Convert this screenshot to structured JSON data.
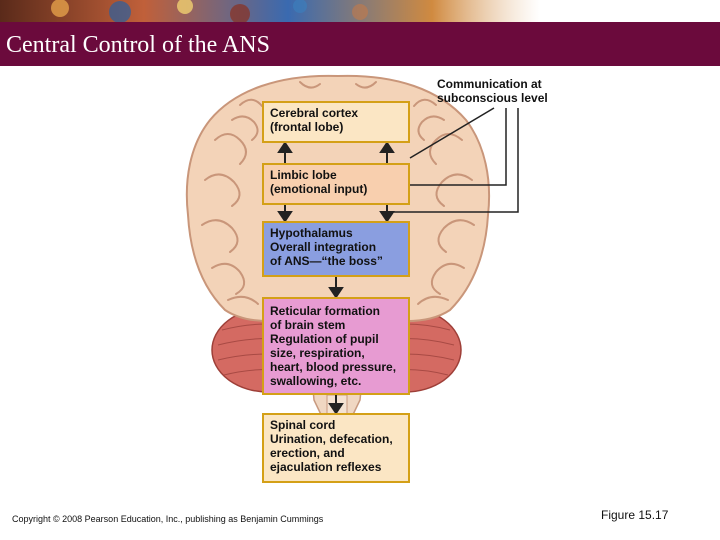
{
  "slide": {
    "title": "Central Control of the ANS",
    "copyright": "Copyright © 2008 Pearson Education, Inc., publishing as Benjamin Cummings",
    "figure_label": "Figure 15.17"
  },
  "diagram": {
    "annotation": {
      "line1": "Communication at",
      "line2": "subconscious level"
    },
    "boxes": {
      "cortex": {
        "head": "Cerebral cortex",
        "body": "(frontal lobe)"
      },
      "limbic": {
        "head": "Limbic lobe",
        "body": "(emotional input)"
      },
      "hypothalamus": {
        "head": "Hypothalamus",
        "line1": "Overall integration",
        "line2": "of ANS—“the boss”"
      },
      "reticular": {
        "head1": "Reticular formation",
        "head2": "of brain stem",
        "line1": "Regulation of pupil",
        "line2": "size, respiration,",
        "line3": "heart, blood pressure,",
        "line4": "swallowing, etc."
      },
      "spinal": {
        "head": "Spinal cord",
        "line1": "Urination, defecation,",
        "line2": "erection, and",
        "line3": "ejaculation reflexes"
      }
    }
  },
  "colors": {
    "title_bar": "#6b0a3c",
    "box_border": "#d4a017",
    "cortex_fill": "#fbe6c4",
    "limbic_fill": "#f8cfae",
    "hypothalamus_fill": "#8a9ee0",
    "reticular_fill": "#e79bd2",
    "brain_tissue": "#f3d3b8",
    "cerebellum": "#d46a62"
  }
}
